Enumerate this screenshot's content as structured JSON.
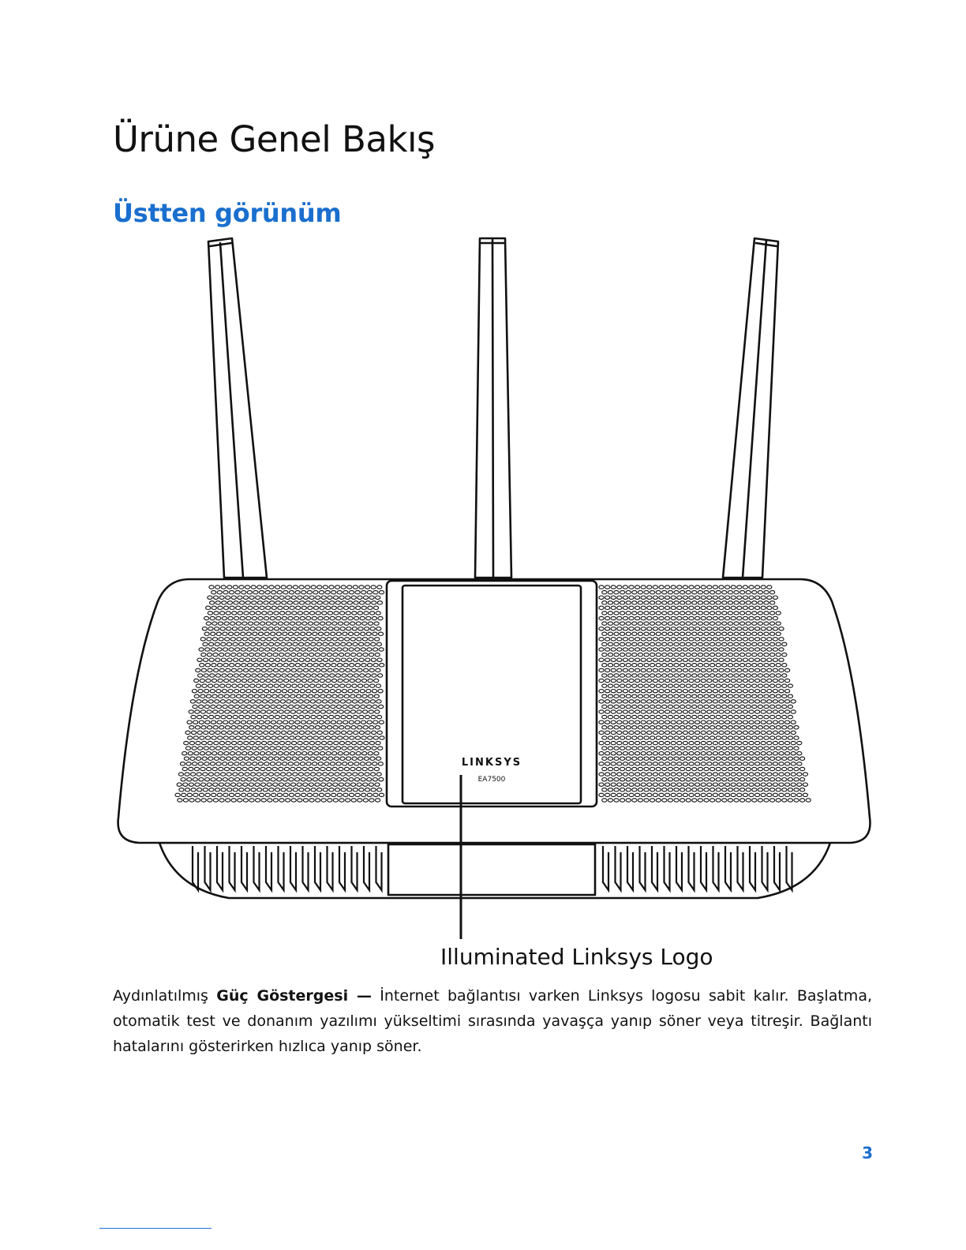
{
  "page": {
    "title": "Ürüne Genel Bakış",
    "section_title": "Üstten görünüm",
    "page_number": "3"
  },
  "figure": {
    "brand_text": "LINKSYS",
    "model_text": "EA7500",
    "callout_label": "Illuminated Linksys Logo"
  },
  "description": {
    "prefix": "Aydınlatılmış ",
    "bold_term": "Güç Göstergesi —",
    "text": " İnternet bağlantısı varken Linksys logosu sabit kalır. Başlatma, otomatik test ve donanım yazılımı yükseltimi sırasında yavaşça yanıp söner veya titreşir. Bağlantı hatalarını gösterirken hızlıca yanıp söner."
  },
  "colors": {
    "accent": "#1a6fce",
    "text": "#111111"
  }
}
